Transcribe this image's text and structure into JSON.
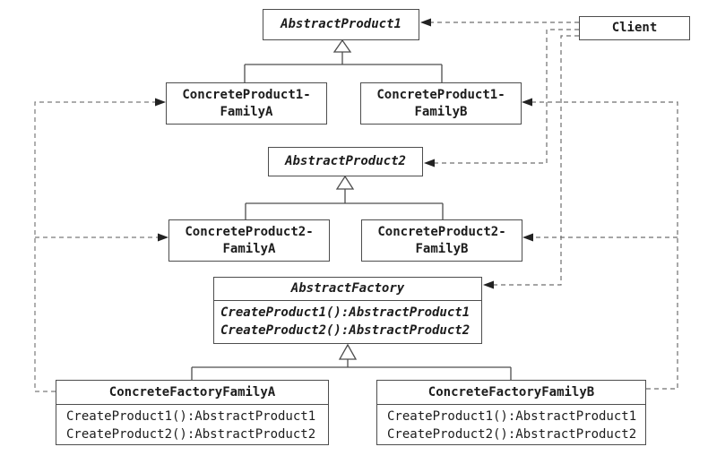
{
  "diagram_type": "uml-class-diagram",
  "colors": {
    "background": "#ffffff",
    "box_border": "#4d4d4d",
    "solid_line": "#4d4d4d",
    "dashed_line": "#6f6f6f",
    "arrowhead": "#222222",
    "text": "#1c1c1c"
  },
  "classes": {
    "abstract_product1": {
      "name": "AbstractProduct1"
    },
    "client": {
      "name": "Client"
    },
    "concrete_product1_family_a": {
      "name_line1": "ConcreteProduct1-",
      "name_line2": "FamilyA"
    },
    "concrete_product1_family_b": {
      "name_line1": "ConcreteProduct1-",
      "name_line2": "FamilyB"
    },
    "abstract_product2": {
      "name": "AbstractProduct2"
    },
    "concrete_product2_family_a": {
      "name_line1": "ConcreteProduct2-",
      "name_line2": "FamilyA"
    },
    "concrete_product2_family_b": {
      "name_line1": "ConcreteProduct2-",
      "name_line2": "FamilyB"
    },
    "abstract_factory": {
      "name": "AbstractFactory",
      "methods": [
        "CreateProduct1():AbstractProduct1",
        "CreateProduct2():AbstractProduct2"
      ]
    },
    "concrete_factory_family_a": {
      "name": "ConcreteFactoryFamilyA",
      "methods": [
        "CreateProduct1():AbstractProduct1",
        "CreateProduct2():AbstractProduct2"
      ]
    },
    "concrete_factory_family_b": {
      "name": "ConcreteFactoryFamilyB",
      "methods": [
        "CreateProduct1():AbstractProduct1",
        "CreateProduct2():AbstractProduct2"
      ]
    }
  },
  "relationships": [
    {
      "type": "inheritance",
      "from": "ConcreteProduct1-FamilyA",
      "to": "AbstractProduct1"
    },
    {
      "type": "inheritance",
      "from": "ConcreteProduct1-FamilyB",
      "to": "AbstractProduct1"
    },
    {
      "type": "inheritance",
      "from": "ConcreteProduct2-FamilyA",
      "to": "AbstractProduct2"
    },
    {
      "type": "inheritance",
      "from": "ConcreteProduct2-FamilyB",
      "to": "AbstractProduct2"
    },
    {
      "type": "inheritance",
      "from": "ConcreteFactoryFamilyA",
      "to": "AbstractFactory"
    },
    {
      "type": "inheritance",
      "from": "ConcreteFactoryFamilyB",
      "to": "AbstractFactory"
    },
    {
      "type": "dependency",
      "from": "Client",
      "to": "AbstractProduct1"
    },
    {
      "type": "dependency",
      "from": "Client",
      "to": "AbstractProduct2"
    },
    {
      "type": "dependency",
      "from": "Client",
      "to": "AbstractFactory"
    },
    {
      "type": "dependency",
      "from": "ConcreteFactoryFamilyA",
      "to": "ConcreteProduct1-FamilyA"
    },
    {
      "type": "dependency",
      "from": "ConcreteFactoryFamilyA",
      "to": "ConcreteProduct2-FamilyA"
    },
    {
      "type": "dependency",
      "from": "ConcreteFactoryFamilyB",
      "to": "ConcreteProduct1-FamilyB"
    },
    {
      "type": "dependency",
      "from": "ConcreteFactoryFamilyB",
      "to": "ConcreteProduct2-FamilyB"
    }
  ]
}
